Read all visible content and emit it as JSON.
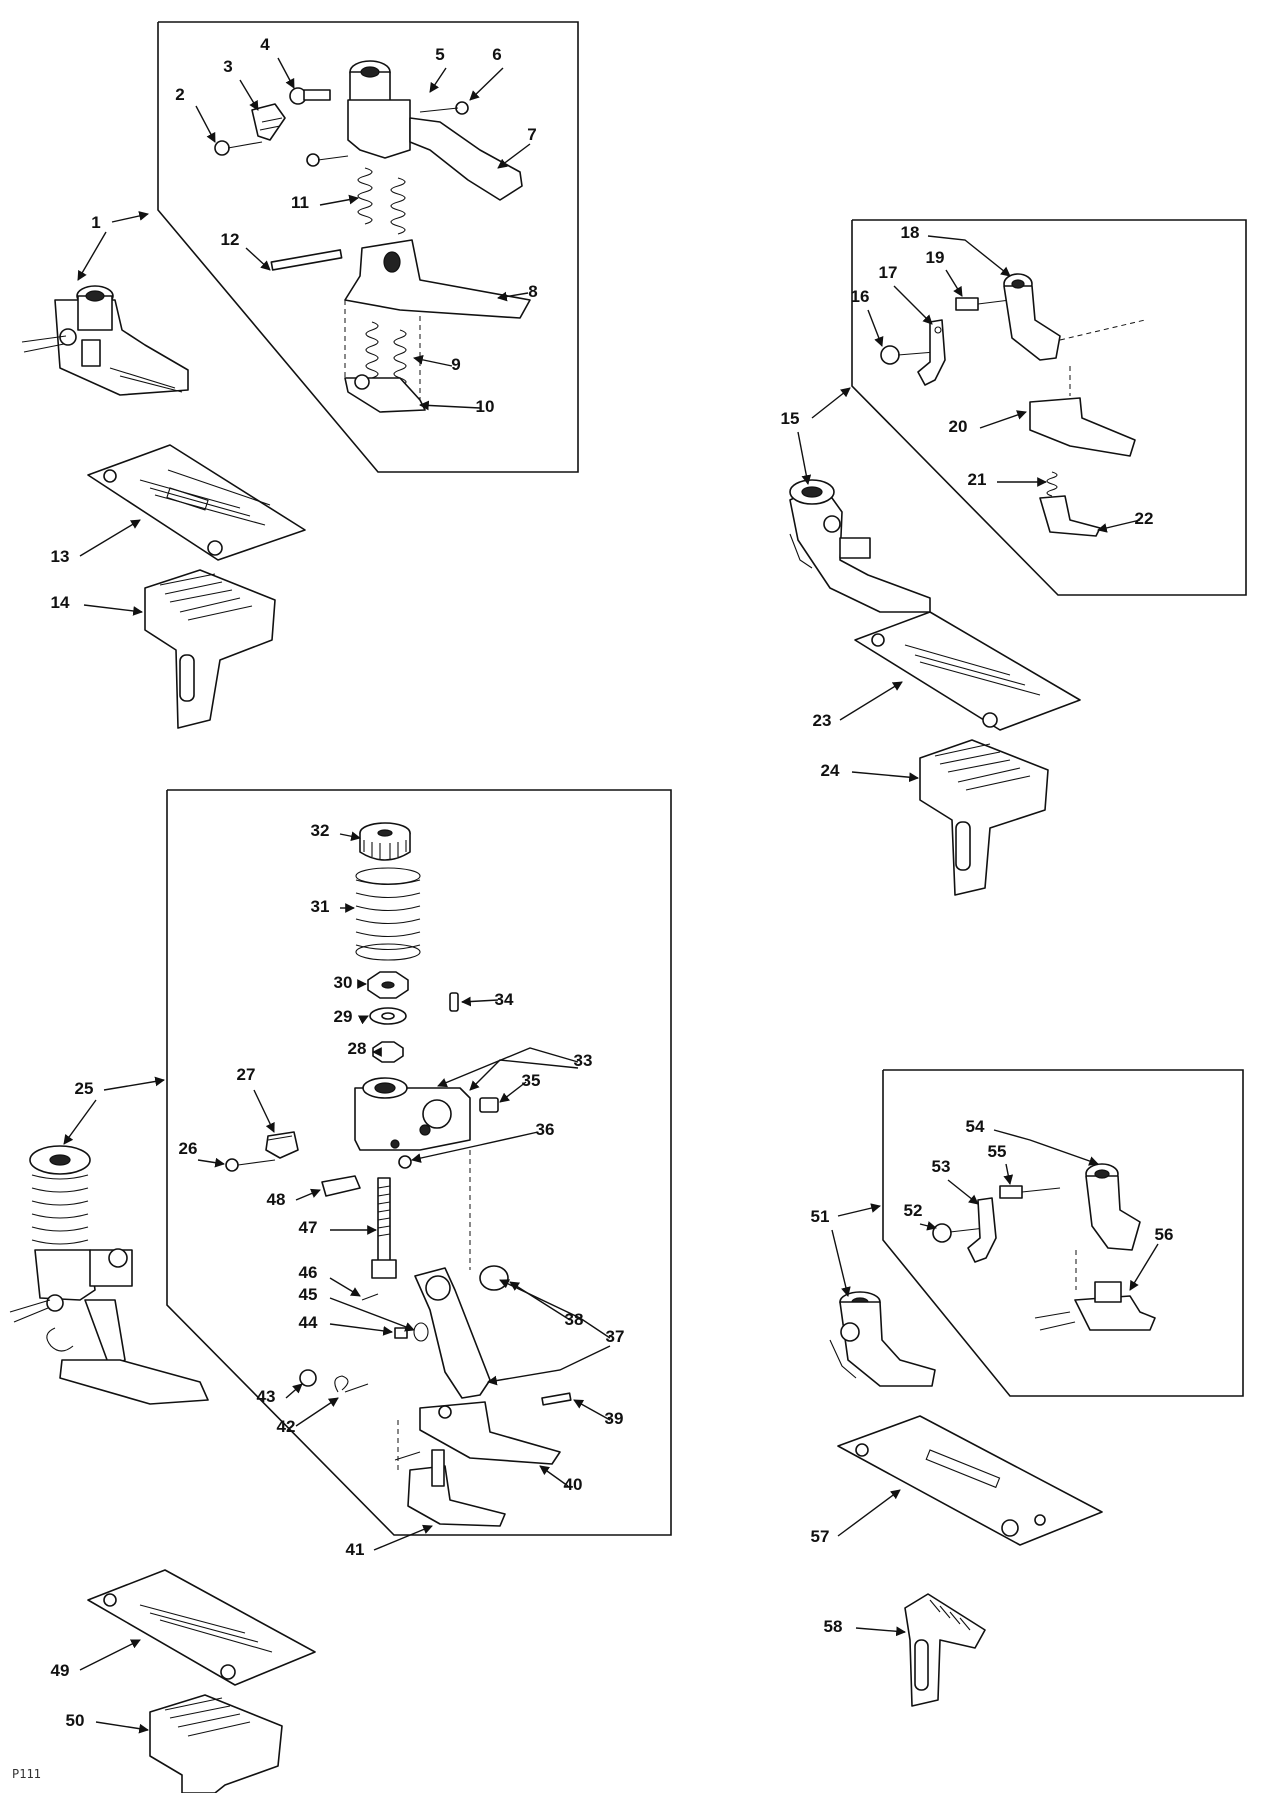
{
  "page_code": "P111",
  "callouts": [
    "1",
    "2",
    "3",
    "4",
    "5",
    "6",
    "7",
    "8",
    "9",
    "10",
    "11",
    "12",
    "13",
    "14",
    "15",
    "16",
    "17",
    "18",
    "19",
    "20",
    "21",
    "22",
    "23",
    "24",
    "25",
    "26",
    "27",
    "28",
    "29",
    "30",
    "31",
    "32",
    "33",
    "34",
    "35",
    "36",
    "37",
    "38",
    "39",
    "40",
    "41",
    "42",
    "43",
    "44",
    "45",
    "46",
    "47",
    "48",
    "49",
    "50",
    "51",
    "52",
    "53",
    "54",
    "55",
    "56",
    "57",
    "58"
  ]
}
